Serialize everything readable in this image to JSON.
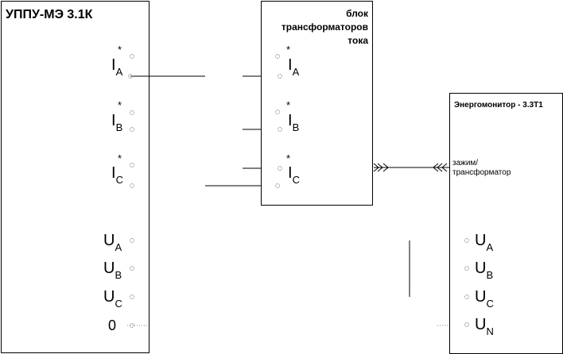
{
  "blocks": {
    "uppu": {
      "title": "УППУ-МЭ 3.1К"
    },
    "trans": {
      "title_line1": "блок",
      "title_line2": "трансформаторов",
      "title_line3": "тока"
    },
    "energo": {
      "title": "Энергомонитор - 3.3Т1",
      "clamp_line1": "зажим/",
      "clamp_line2": "трансформатор"
    }
  },
  "labels": {
    "i_main": "I",
    "u_main": "U",
    "zero": "0",
    "sub_a": "A",
    "sub_b": "B",
    "sub_c": "C",
    "sub_n": "N",
    "star": "*"
  }
}
